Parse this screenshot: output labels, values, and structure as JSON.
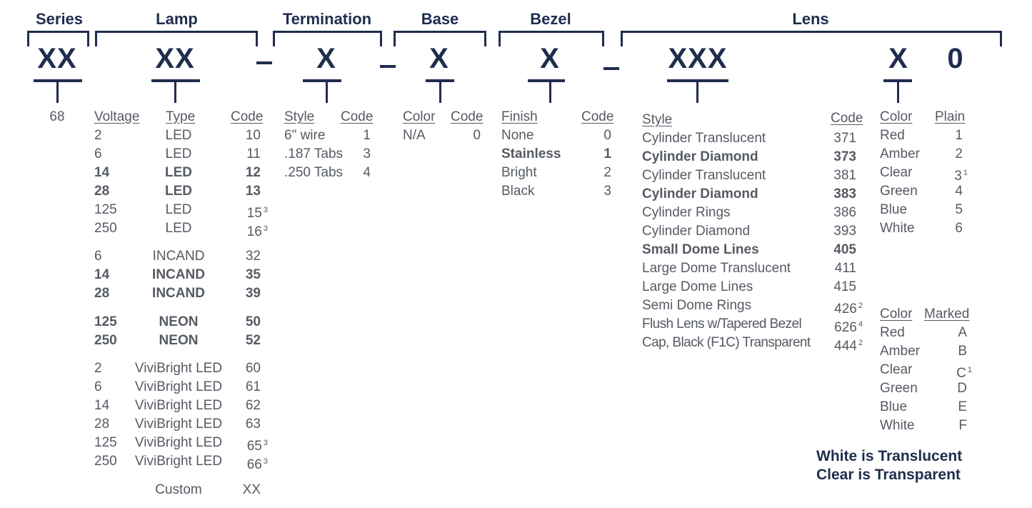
{
  "headers": {
    "series": "Series",
    "lamp": "Lamp",
    "termination": "Termination",
    "base": "Base",
    "bezel": "Bezel",
    "lens": "Lens"
  },
  "placeholders": {
    "series": "XX",
    "lamp": "XX",
    "termination": "X",
    "base": "X",
    "bezel": "X",
    "lens_style": "XXX",
    "lens_color": "X",
    "lens_last": "0"
  },
  "series": {
    "value": "68"
  },
  "lamp": {
    "columns": {
      "voltage": "Voltage",
      "type": "Type",
      "code": "Code"
    },
    "rows": [
      {
        "voltage": "2",
        "type": "LED",
        "code": "10",
        "bold": false,
        "note": ""
      },
      {
        "voltage": "6",
        "type": "LED",
        "code": "11",
        "bold": false,
        "note": ""
      },
      {
        "voltage": "14",
        "type": "LED",
        "code": "12",
        "bold": true,
        "note": ""
      },
      {
        "voltage": "28",
        "type": "LED",
        "code": "13",
        "bold": true,
        "note": ""
      },
      {
        "voltage": "125",
        "type": "LED",
        "code": "15",
        "bold": false,
        "note": "3"
      },
      {
        "voltage": "250",
        "type": "LED",
        "code": "16",
        "bold": false,
        "note": "3"
      },
      {
        "voltage": "6",
        "type": "INCAND",
        "code": "32",
        "bold": false,
        "note": ""
      },
      {
        "voltage": "14",
        "type": "INCAND",
        "code": "35",
        "bold": true,
        "note": ""
      },
      {
        "voltage": "28",
        "type": "INCAND",
        "code": "39",
        "bold": true,
        "note": ""
      },
      {
        "voltage": "125",
        "type": "NEON",
        "code": "50",
        "bold": true,
        "note": ""
      },
      {
        "voltage": "250",
        "type": "NEON",
        "code": "52",
        "bold": true,
        "note": ""
      },
      {
        "voltage": "2",
        "type": "ViviBright LED",
        "code": "60",
        "bold": false,
        "note": ""
      },
      {
        "voltage": "6",
        "type": "ViviBright LED",
        "code": "61",
        "bold": false,
        "note": ""
      },
      {
        "voltage": "14",
        "type": "ViviBright LED",
        "code": "62",
        "bold": false,
        "note": ""
      },
      {
        "voltage": "28",
        "type": "ViviBright LED",
        "code": "63",
        "bold": false,
        "note": ""
      },
      {
        "voltage": "125",
        "type": "ViviBright LED",
        "code": "65",
        "bold": false,
        "note": "3"
      },
      {
        "voltage": "250",
        "type": "ViviBright LED",
        "code": "66",
        "bold": false,
        "note": "3"
      },
      {
        "voltage": "",
        "type": "Custom",
        "code": "XX",
        "bold": false,
        "note": ""
      }
    ]
  },
  "termination": {
    "columns": {
      "style": "Style",
      "code": "Code"
    },
    "rows": [
      {
        "style": "6\" wire",
        "code": "1"
      },
      {
        "style": ".187 Tabs",
        "code": "3"
      },
      {
        "style": ".250 Tabs",
        "code": "4"
      }
    ]
  },
  "base": {
    "columns": {
      "color": "Color",
      "code": "Code"
    },
    "rows": [
      {
        "color": "N/A",
        "code": "0"
      }
    ]
  },
  "bezel": {
    "columns": {
      "finish": "Finish",
      "code": "Code"
    },
    "rows": [
      {
        "finish": "None",
        "code": "0",
        "bold": false
      },
      {
        "finish": "Stainless",
        "code": "1",
        "bold": true
      },
      {
        "finish": "Bright",
        "code": "2",
        "bold": false
      },
      {
        "finish": "Black",
        "code": "3",
        "bold": false
      }
    ]
  },
  "lens_style": {
    "columns": {
      "style": "Style",
      "code": "Code"
    },
    "rows": [
      {
        "style": "Cylinder Translucent",
        "code": "371",
        "bold": false,
        "note": ""
      },
      {
        "style": "Cylinder Diamond",
        "code": "373",
        "bold": true,
        "note": ""
      },
      {
        "style": "Cylinder Translucent",
        "code": "381",
        "bold": false,
        "note": ""
      },
      {
        "style": "Cylinder Diamond",
        "code": "383",
        "bold": true,
        "note": ""
      },
      {
        "style": "Cylinder Rings",
        "code": "386",
        "bold": false,
        "note": ""
      },
      {
        "style": "Cylinder Diamond",
        "code": "393",
        "bold": false,
        "note": ""
      },
      {
        "style": "Small Dome Lines",
        "code": "405",
        "bold": true,
        "note": ""
      },
      {
        "style": "Large Dome Translucent",
        "code": "411",
        "bold": false,
        "note": ""
      },
      {
        "style": "Large Dome Lines",
        "code": "415",
        "bold": false,
        "note": ""
      },
      {
        "style": "Semi Dome Rings",
        "code": "426",
        "bold": false,
        "note": "2"
      },
      {
        "style": "Flush Lens w/Tapered Bezel",
        "code": "626",
        "bold": false,
        "note": "4"
      },
      {
        "style": "Cap, Black (F1C) Transparent",
        "code": "444",
        "bold": false,
        "note": "2"
      }
    ]
  },
  "lens_plain": {
    "columns": {
      "color": "Color",
      "code": "Plain"
    },
    "rows": [
      {
        "color": "Red",
        "code": "1",
        "note": ""
      },
      {
        "color": "Amber",
        "code": "2",
        "note": ""
      },
      {
        "color": "Clear",
        "code": "3",
        "note": "1"
      },
      {
        "color": "Green",
        "code": "4",
        "note": ""
      },
      {
        "color": "Blue",
        "code": "5",
        "note": ""
      },
      {
        "color": "White",
        "code": "6",
        "note": ""
      }
    ]
  },
  "lens_marked": {
    "columns": {
      "color": "Color",
      "code": "Marked"
    },
    "rows": [
      {
        "color": "Red",
        "code": "A",
        "note": ""
      },
      {
        "color": "Amber",
        "code": "B",
        "note": ""
      },
      {
        "color": "Clear",
        "code": "C",
        "note": "1"
      },
      {
        "color": "Green",
        "code": "D",
        "note": ""
      },
      {
        "color": "Blue",
        "code": "E",
        "note": ""
      },
      {
        "color": "White",
        "code": "F",
        "note": ""
      }
    ]
  },
  "notes": {
    "white": "White is Translucent",
    "clear": "Clear is Transparent"
  },
  "colors": {
    "navy": "#1f2d4e",
    "text": "#555a63"
  }
}
